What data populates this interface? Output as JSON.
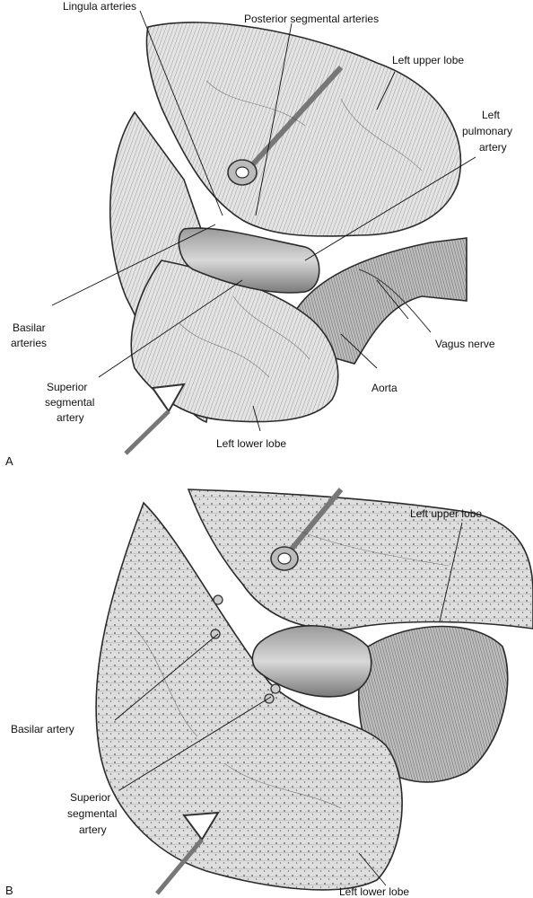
{
  "panel_a": {
    "letter": "A",
    "labels": {
      "lingula_arteries": "Lingula arteries",
      "posterior_segmental_arteries": "Posterior segmental arteries",
      "left_upper_lobe": "Left upper lobe",
      "left_pulmonary_artery_1": "Left",
      "left_pulmonary_artery_2": "pulmonary",
      "left_pulmonary_artery_3": "artery",
      "basilar_arteries_1": "Basilar",
      "basilar_arteries_2": "arteries",
      "vagus_nerve": "Vagus nerve",
      "superior_segmental_1": "Superior",
      "superior_segmental_2": "segmental",
      "superior_segmental_3": "artery",
      "aorta": "Aorta",
      "left_lower_lobe": "Left lower lobe"
    }
  },
  "panel_b": {
    "letter": "B",
    "labels": {
      "left_upper_lobe": "Left upper lobe",
      "basilar_artery": "Basilar artery",
      "superior_segmental_1": "Superior",
      "superior_segmental_2": "segmental",
      "superior_segmental_3": "artery",
      "left_lower_lobe": "Left lower lobe"
    }
  }
}
